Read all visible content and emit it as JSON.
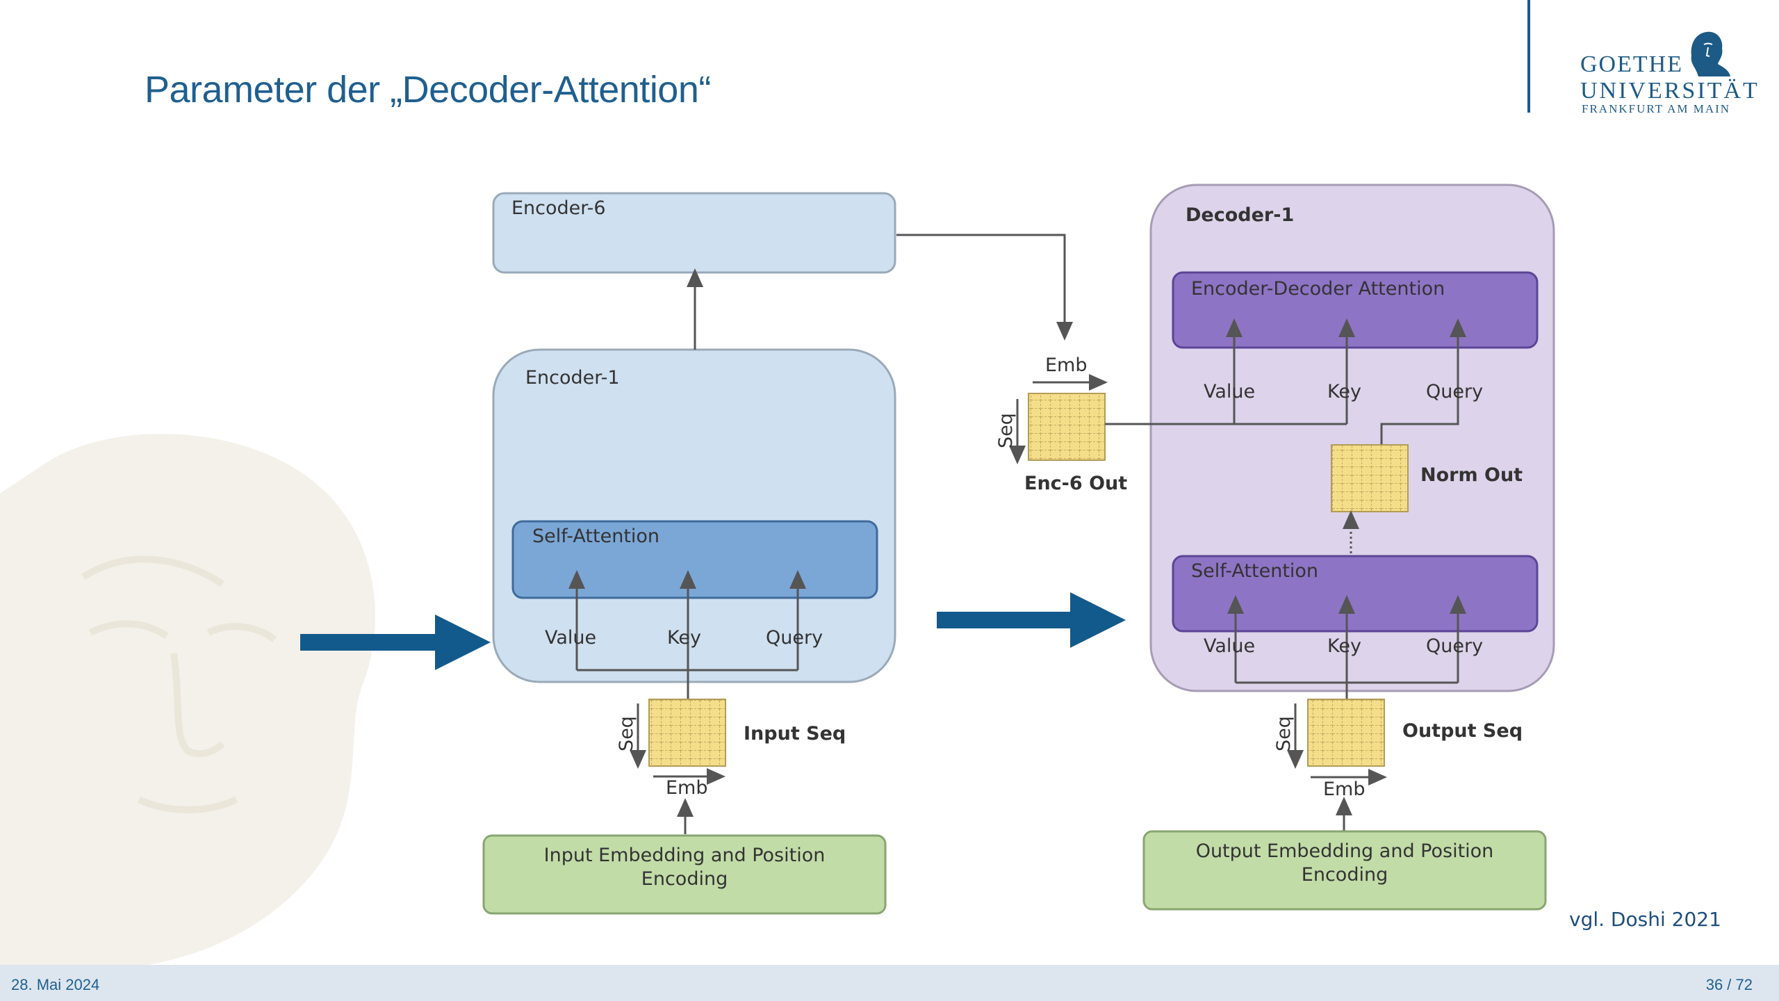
{
  "slide": {
    "title": "Parameter der „Decoder-Attention“",
    "date": "28. Mai 2024",
    "page": "36 / 72",
    "source": "vgl. Doshi 2021"
  },
  "logo": {
    "line1": "GOETHE",
    "line2": "UNIVERSITÄT",
    "line3": "FRANKFURT AM MAIN"
  },
  "diagram": {
    "encoder6": "Encoder-6",
    "encoder1": "Encoder-1",
    "enc_self_attention": "Self-Attention",
    "enc_value": "Value",
    "enc_key": "Key",
    "enc_query": "Query",
    "input_seq": "Input Seq",
    "input_seq_axis": "Seq",
    "input_emb_axis": "Emb",
    "input_embedding": "Input Embedding and Position Encoding",
    "enc6_out": "Enc-6 Out",
    "enc6_out_seq_axis": "Seq",
    "enc6_out_emb_axis": "Emb",
    "decoder1": "Decoder-1",
    "enc_dec_attention": "Encoder-Decoder Attention",
    "ed_value": "Value",
    "ed_key": "Key",
    "ed_query": "Query",
    "norm_out": "Norm Out",
    "dec_self_attention": "Self-Attention",
    "dec_value": "Value",
    "dec_key": "Key",
    "dec_query": "Query",
    "output_seq": "Output Seq",
    "output_seq_axis": "Seq",
    "output_emb_axis": "Emb",
    "output_embedding": "Output Embedding and Position Encoding"
  },
  "colors": {
    "title": "#1f5f8f",
    "brand": "#1d5a86",
    "big_arrow": "#135a8c",
    "encoder_fill": "#cfe0f0",
    "encoder_attention": "#7ba7d7",
    "decoder_fill": "#ddd3ea",
    "decoder_attention": "#8e74c5",
    "embedding_fill": "#c2dca8",
    "matrix_fill": "#f5de8a"
  }
}
